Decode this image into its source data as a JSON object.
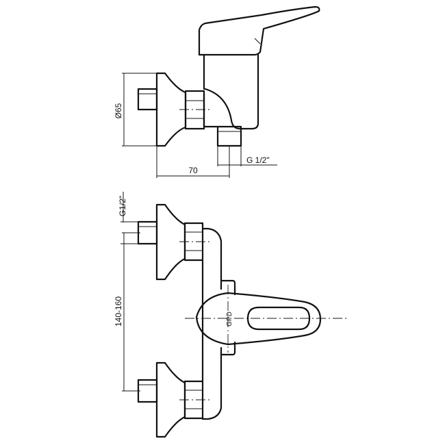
{
  "dimensions": {
    "diameter": "Ø65",
    "depth": "70",
    "outlet_thread": "G 1/2\"",
    "inlet_thread": "G1/2\"",
    "spacing": "140-160"
  },
  "logo": "GPD"
}
